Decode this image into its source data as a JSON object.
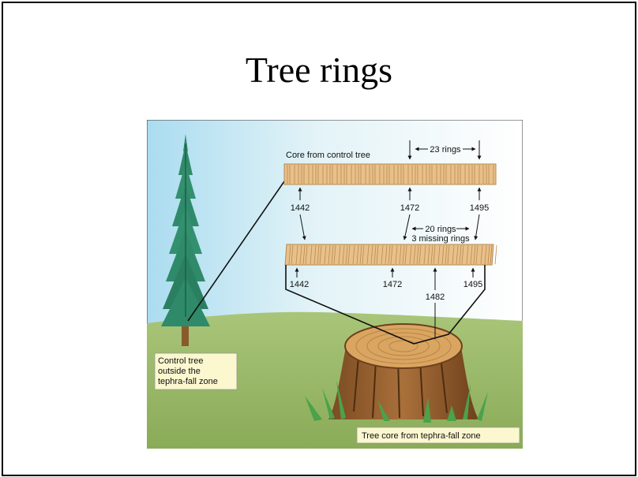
{
  "slide": {
    "title": "Tree rings"
  },
  "diagram": {
    "control_core_label": "Core from control tree",
    "control_gap_label": "23 rings",
    "control_years": [
      "1442",
      "1472",
      "1495"
    ],
    "tephra_gap_label": "20 rings",
    "missing_label": "3 missing rings",
    "tephra_years": [
      "1442",
      "1472",
      "1495"
    ],
    "marker_year": "1482",
    "control_tree_label": [
      "Control tree",
      "outside the",
      "tephra-fall zone"
    ],
    "stump_label": "Tree core from tephra-fall zone",
    "colors": {
      "sky": "#bfe6f4",
      "ground": "#9cba6c",
      "wood": "#e8c08a",
      "tree": "#2f8a6a",
      "label_box": "#fbf7cf"
    }
  }
}
